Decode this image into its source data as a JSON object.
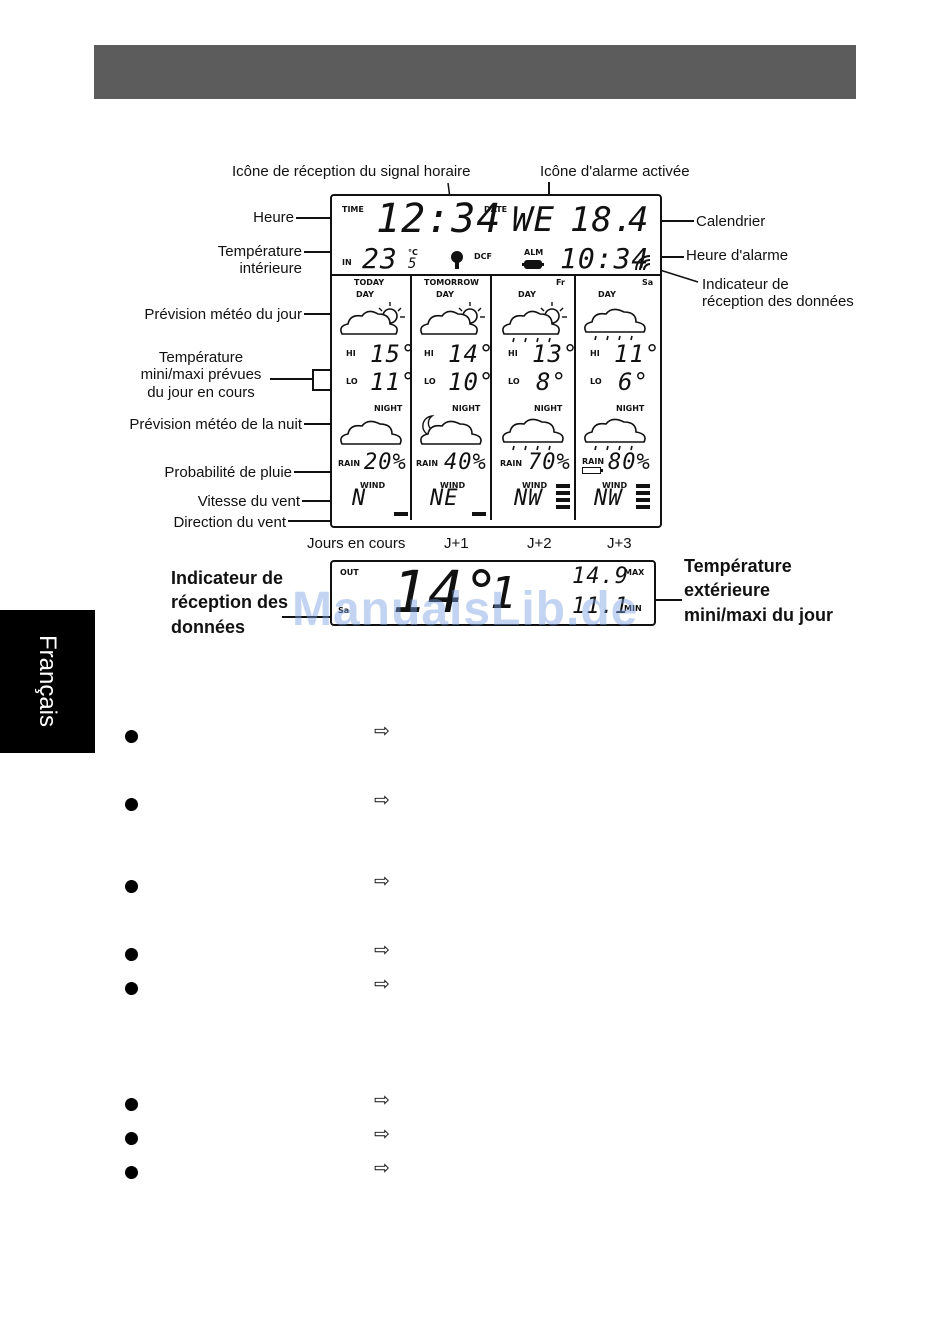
{
  "sidebar": {
    "language_tab": "Français"
  },
  "labels": {
    "signal_icon": "Icône de réception du signal horaire",
    "alarm_icon": "Icône d'alarme activée",
    "heure": "Heure",
    "temp_interieure": "Température\nintérieure",
    "calendrier": "Calendrier",
    "heure_alarme": "Heure d'alarme",
    "indicateur_reception": "Indicateur de\nréception des données",
    "prevision_jour": "Prévision météo du jour",
    "temp_minmax": "Température\nmini/maxi prévues\ndu jour en cours",
    "prevision_nuit": "Prévision météo de la nuit",
    "proba_pluie": "Probabilité de pluie",
    "vitesse_vent": "Vitesse du vent",
    "direction_vent": "Direction du vent",
    "jours_en_cours": "Jours en cours",
    "j1": "J+1",
    "j2": "J+2",
    "j3": "J+3",
    "indicateur_reception_out": "Indicateur de\nréception des\ndonnées",
    "temp_exterieure": "Température\nextérieure\nmini/maxi du jour"
  },
  "lcd_main": {
    "time_label": "TIME",
    "time": "12:34",
    "date_label": "DATE",
    "weekday": "WE",
    "day": "18.",
    "month": "4",
    "in_label": "IN",
    "indoor_temp": "23",
    "indoor_temp_dec": "5",
    "indoor_unit": "°C",
    "dcf_label": "DCF",
    "alm_label": "ALM",
    "alarm_time": "10:34",
    "forecast": [
      {
        "head": "TODAY",
        "day": "DAY",
        "hi": "15°",
        "lo": "11°",
        "night": "NIGHT",
        "rain_label": "RAIN",
        "rain": "20%",
        "wind_label": "WIND",
        "dir": "N",
        "speed": 1
      },
      {
        "head": "TOMORROW",
        "day": "DAY",
        "hi": "14°",
        "lo": "10°",
        "night": "NIGHT",
        "rain_label": "RAIN",
        "rain": "40%",
        "wind_label": "WIND",
        "dir": "NE",
        "speed": 1
      },
      {
        "head": "Fr",
        "day": "DAY",
        "hi": "13°",
        "lo": "8°",
        "night": "NIGHT",
        "rain_label": "RAIN",
        "rain": "70%",
        "wind_label": "WIND",
        "dir": "NW",
        "speed": 4
      },
      {
        "head": "Sa",
        "day": "DAY",
        "hi": "11°",
        "lo": "6°",
        "night": "NIGHT",
        "rain_label": "RAIN",
        "rain": "80%",
        "wind_label": "WIND",
        "dir": "NW",
        "speed": 4
      }
    ],
    "hi_label": "HI",
    "lo_label": "LO"
  },
  "lcd_out": {
    "out_label": "OUT",
    "temp": "14°",
    "temp_dec": "1",
    "max_label": "MAX",
    "max_value": "14.9",
    "min_value": "11.1",
    "min_label": "MIN",
    "sa_label": "Sa"
  },
  "watermark": "ManualsLib.de"
}
